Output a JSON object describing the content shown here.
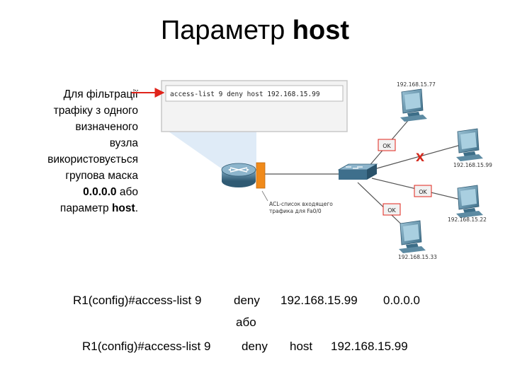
{
  "title": {
    "normal": "Параметр",
    "bold": "host"
  },
  "caption": {
    "lines": [
      "Для фільтрації",
      "трафіку з одного",
      "визначеного",
      "вузла",
      "використовується",
      "групова маска"
    ],
    "mask_value": "0.0.0.0",
    "mask_suffix": " або",
    "param_prefix": "параметр ",
    "param_bold": "host",
    "param_suffix": "."
  },
  "diagram": {
    "console_text": "access-list 9 deny  host 192.168.15.99",
    "acl_note_line1": "ACL-список входящего",
    "acl_note_line2": "трафика для Fa0/0",
    "hosts": [
      {
        "ip": "192.168.15.77",
        "status": "OK"
      },
      {
        "ip": "192.168.15.99",
        "status": "X"
      },
      {
        "ip": "192.168.15.22",
        "status": "OK"
      },
      {
        "ip": "192.168.15.33",
        "status": "OK"
      }
    ]
  },
  "commands": {
    "line1": {
      "prompt": "R1(config)#access-list 9",
      "action": "deny",
      "address": "192.168.15.99",
      "mask": "0.0.0.0"
    },
    "or_text": "або",
    "line2": {
      "prompt": "R1(config)#access-list 9",
      "action": "deny",
      "keyword": "host",
      "address": "192.168.15.99"
    }
  },
  "colors": {
    "arrow": "#e0241b",
    "deny_x": "#d42a1e",
    "router": "#3f6f8a",
    "switch": "#3e6f8c",
    "port": "#f08a1a",
    "beam": "#cfe4f5"
  }
}
